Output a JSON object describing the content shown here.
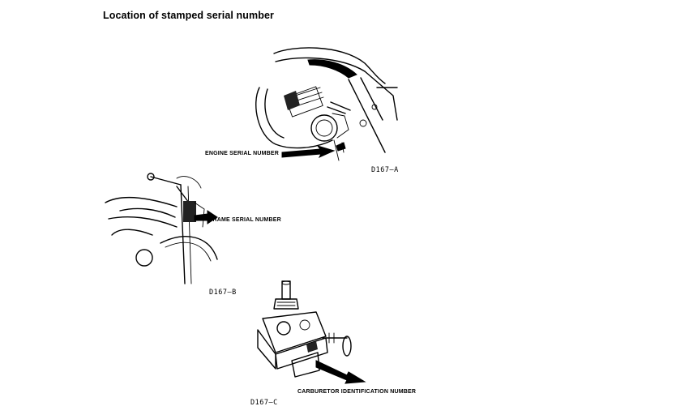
{
  "page": {
    "title": "Location of stamped serial number"
  },
  "figures": [
    {
      "code": "D167—A",
      "callout": "ENGINE SERIAL NUMBER"
    },
    {
      "code": "D167—B",
      "callout": "FRAME SERIAL NUMBER"
    },
    {
      "code": "D167—C",
      "callout": "CARBURETOR IDENTIFICATION NUMBER"
    }
  ]
}
